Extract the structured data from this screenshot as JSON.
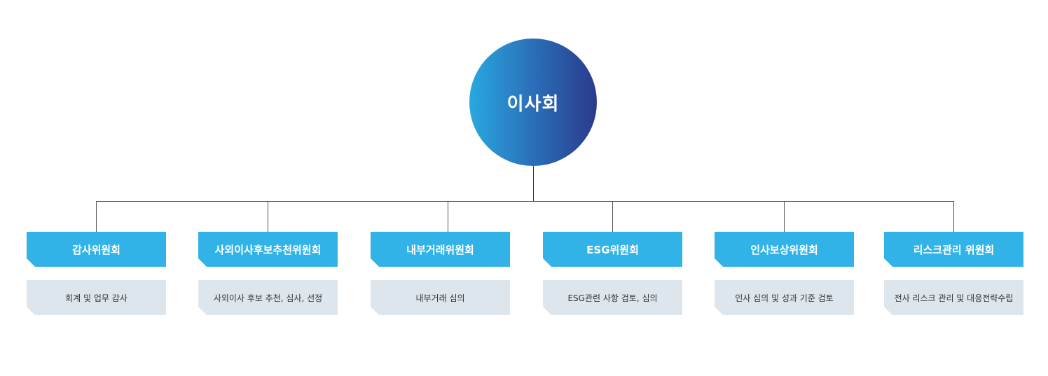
{
  "board": {
    "title": "이사회"
  },
  "committees": [
    {
      "title": "감사위원회",
      "description": "회계 및 업무 감사"
    },
    {
      "title": "사외이사후보추천위원회",
      "description": "사외이사 후보 추천, 심사, 선정"
    },
    {
      "title": "내부거래위원회",
      "description": "내부거래 심의"
    },
    {
      "title": "ESG위원회",
      "description": "ESG관련 사항 검토, 심의"
    },
    {
      "title": "인사보상위원회",
      "description": "인사 심의 및 성과 기준 검토"
    },
    {
      "title": "리스크관리 위원회",
      "description": "전사 리스크 관리 및 대응전략수립"
    }
  ],
  "colors": {
    "committee_title_bg": "#31b3e7",
    "committee_desc_bg": "#dde6ec",
    "board_gradient_start": "#29a8e0",
    "board_gradient_end": "#2b3a8c",
    "connector": "#333333"
  }
}
